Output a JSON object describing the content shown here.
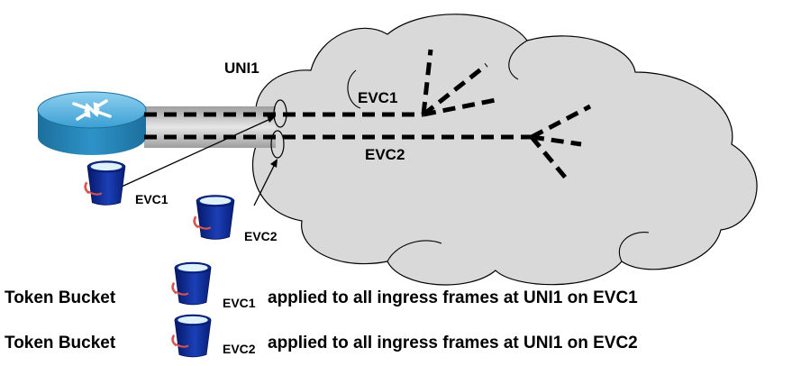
{
  "diagram": {
    "uni_label": "UNI1",
    "evc1_label": "EVC1",
    "evc2_label": "EVC2",
    "bucket1_label": "EVC1",
    "bucket2_label": "EVC2"
  },
  "captions": [
    {
      "prefix": "Token Bucket",
      "subscript": "EVC1",
      "suffix": "applied to all ingress frames at UNI1 on EVC1"
    },
    {
      "prefix": "Token Bucket",
      "subscript": "EVC2",
      "suffix": "applied to all ingress frames at UNI1 on EVC2"
    }
  ],
  "colors": {
    "cloud_fill": "#d9d9d9",
    "cloud_stroke": "#000000",
    "router": "#2e93c8",
    "bucket": "#0b2a8c",
    "bucket_water": "#dff2fb",
    "bucket_handle": "#d9534f",
    "link_gray": "#bfbfbf"
  }
}
